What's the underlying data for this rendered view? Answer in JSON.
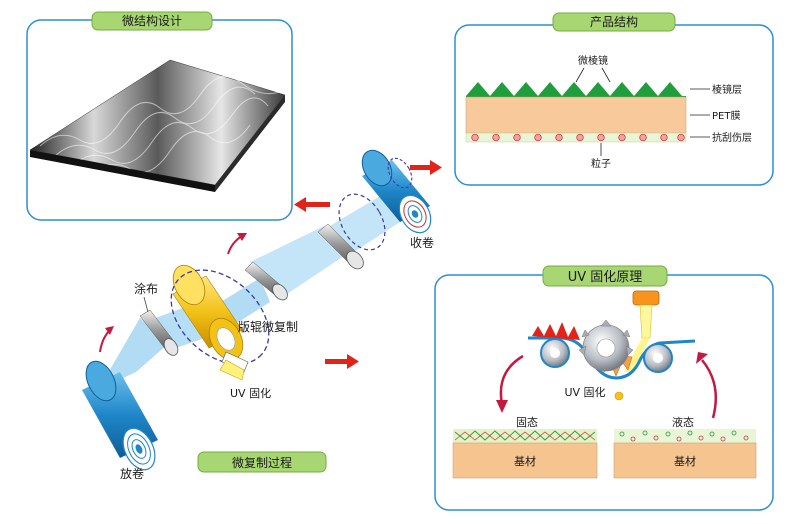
{
  "panels": {
    "micro_design": {
      "title": "微结构设计"
    },
    "product_structure": {
      "title": "产品结构",
      "labels": {
        "microprism": "微棱镜",
        "prism_layer": "棱镜层",
        "pet_film": "PET膜",
        "anti_scratch": "抗刮伤层",
        "particles": "粒子"
      }
    },
    "uv_principle": {
      "title": "UV 固化原理",
      "labels": {
        "uv_cure": "UV 固化",
        "solid": "固态",
        "liquid": "液态",
        "substrate_left": "基材",
        "substrate_right": "基材"
      }
    }
  },
  "process": {
    "label": "微复制过程",
    "steps": {
      "rewind": "收卷",
      "unwind": "放卷",
      "coating": "涂布",
      "plate_roller": "版辊微复制",
      "uv_cure": "UV 固化"
    }
  },
  "colors": {
    "panel_border": "#2a8fd0",
    "title_fill": "#a8d672",
    "title_stroke": "#6fb03a",
    "prism_green": "#1e9f3c",
    "pet_peach": "#f8c99a",
    "substrate_peach": "#f5c48f",
    "arrow_red": "#e2231a",
    "roller_blue": "#1f86c8",
    "roller_yellow": "#f2c218",
    "film_blue": "#9ed3f0"
  }
}
